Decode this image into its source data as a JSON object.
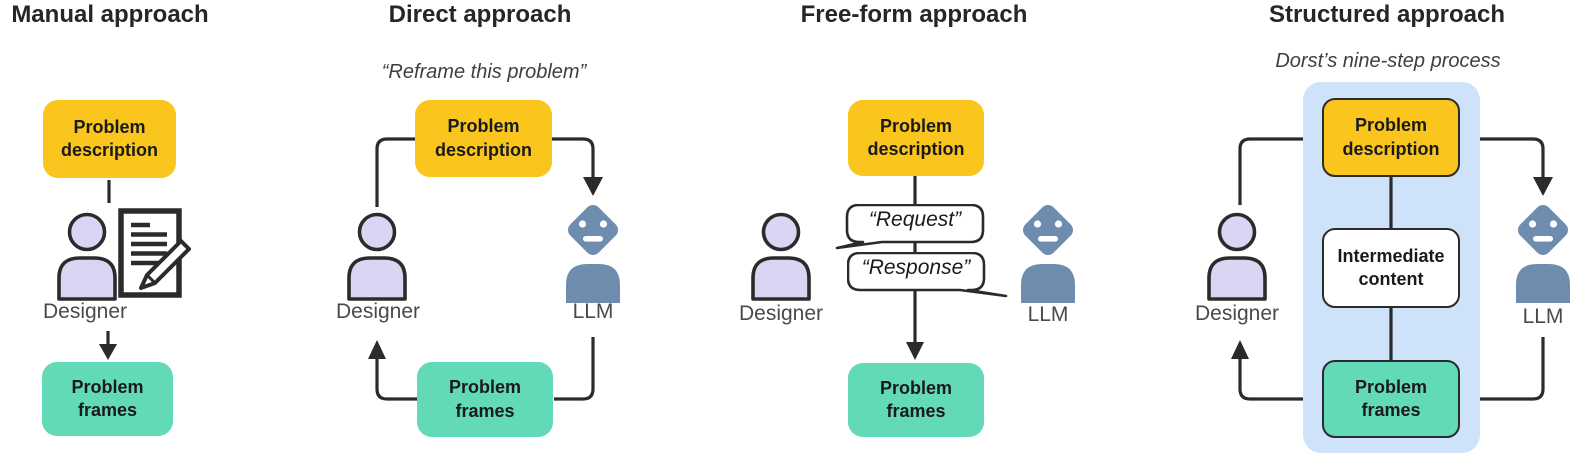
{
  "figure": {
    "description_note": "Four-panel diagram comparing problem reframing approaches"
  },
  "sections": {
    "manual": {
      "title": "Manual approach",
      "problem_description": "Problem description",
      "problem_frames": "Problem frames",
      "designer_label": "Designer"
    },
    "direct": {
      "title": "Direct approach",
      "instruction_quote": "“Reframe this problem”",
      "problem_description": "Problem description",
      "problem_frames": "Problem frames",
      "designer_label": "Designer",
      "llm_label": "LLM"
    },
    "freeform": {
      "title": "Free-form approach",
      "problem_description": "Problem description",
      "request_bubble": "“Request”",
      "response_bubble": "“Response”",
      "problem_frames": "Problem frames",
      "designer_label": "Designer",
      "llm_label": "LLM"
    },
    "structured": {
      "title": "Structured approach",
      "process_label": "Dorst’s nine-step process",
      "problem_description": "Problem description",
      "intermediate_content": "Intermediate content",
      "problem_frames": "Problem frames",
      "designer_label": "Designer",
      "llm_label": "LLM"
    }
  },
  "colors": {
    "box_yellow": "#FAC51C",
    "box_teal": "#63DAB7",
    "person_fill": "#D9D6F4",
    "llm_fill": "#6E8CAD",
    "panel_blue": "#CEE2FA",
    "line_color": "#2B2B2B",
    "title_color": "#262626",
    "label_color": "#4A4A4A",
    "quote_color": "#3F3F3F",
    "box_text": "#1A1A1A"
  }
}
